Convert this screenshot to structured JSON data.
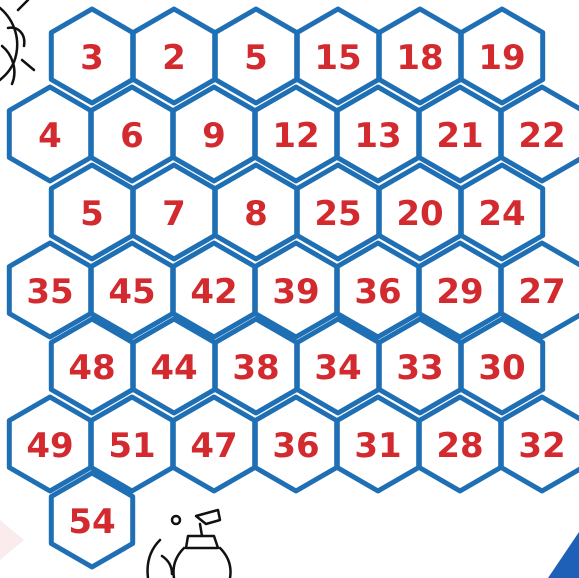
{
  "colors": {
    "hex_stroke": "#1f6fb5",
    "number_fill": "#d32a2f",
    "doodle_stroke": "#111111",
    "corner_triangle": "#1e5fb8"
  },
  "decorations": [
    "bug-doodle-icon",
    "soap-dispenser-icon",
    "corner-triangle"
  ],
  "board": {
    "rows": [
      [
        "3",
        "2",
        "5",
        "15",
        "18",
        "19"
      ],
      [
        "4",
        "6",
        "9",
        "12",
        "13",
        "21",
        "22"
      ],
      [
        "5",
        "7",
        "8",
        "25",
        "20",
        "24"
      ],
      [
        "35",
        "45",
        "42",
        "39",
        "36",
        "29",
        "27"
      ],
      [
        "48",
        "44",
        "38",
        "34",
        "33",
        "30"
      ],
      [
        "49",
        "51",
        "47",
        "36",
        "31",
        "28",
        "32"
      ],
      [
        "54"
      ]
    ]
  }
}
